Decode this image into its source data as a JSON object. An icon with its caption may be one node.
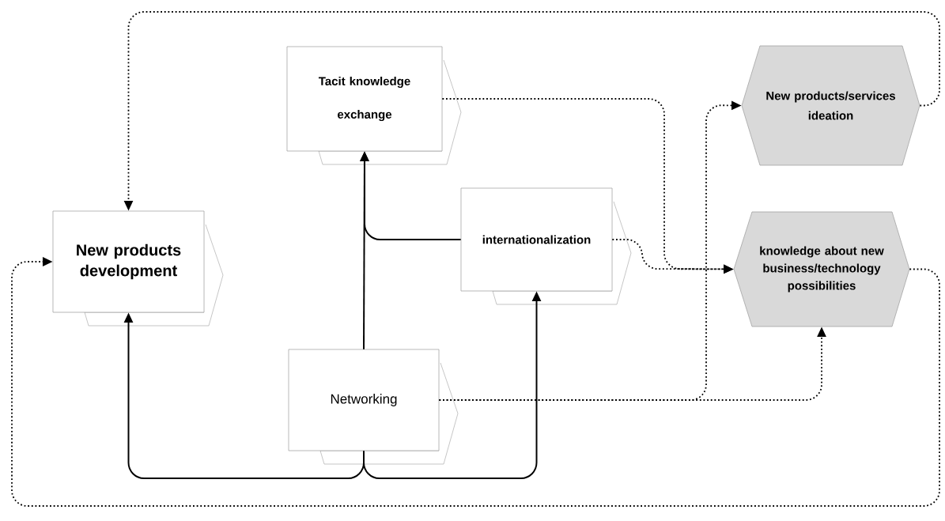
{
  "diagram": {
    "nodes": [
      {
        "text": [
          "New products development"
        ]
      },
      {
        "text": [
          "Tacit knowledge exchange"
        ]
      },
      {
        "text": [
          "internationalization"
        ]
      },
      {
        "text": [
          "Networking"
        ]
      },
      {
        "text": [
          "New products/services ideation"
        ]
      },
      {
        "text": [
          "knowledge about new business/technology possibilities"
        ]
      }
    ],
    "edges": [
      {
        "from": 3,
        "to": 1,
        "arrow": "to"
      },
      {
        "from": 2,
        "to": 1,
        "arrow": "to"
      },
      {
        "from": 3,
        "to": 0,
        "arrow": "to"
      },
      {
        "from": 3,
        "to": 2,
        "arrow": "to"
      },
      {
        "from": 4,
        "to": 0,
        "arrow": "to",
        "style": "dashed"
      },
      {
        "from": 5,
        "to": 0,
        "arrow": "to",
        "style": "dashed"
      },
      {
        "from": 1,
        "to": 5,
        "arrow": "to",
        "style": "dashed"
      },
      {
        "from": 2,
        "to": 5,
        "arrow": "to",
        "style": "dashed"
      },
      {
        "from": 3,
        "to": 4,
        "arrow": "to",
        "style": "dashed"
      },
      {
        "from": 3,
        "to": 5,
        "arrow": "to",
        "style": "dashed"
      }
    ]
  }
}
